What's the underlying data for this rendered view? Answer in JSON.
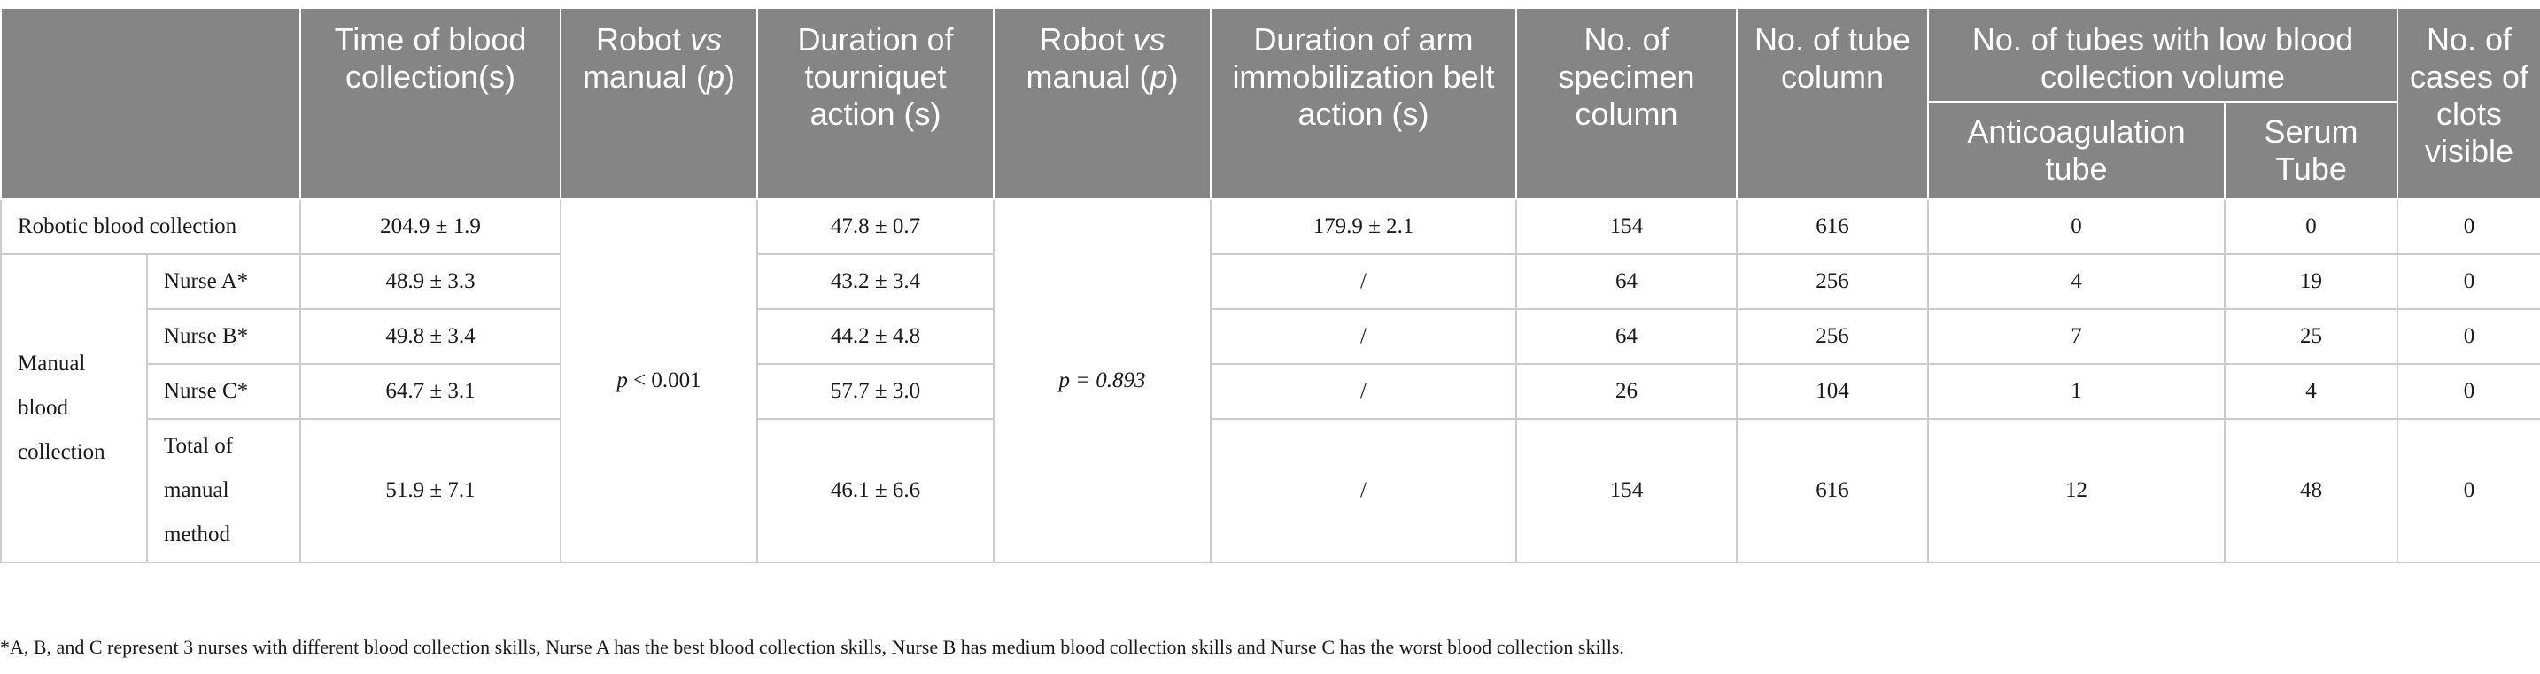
{
  "table": {
    "headers": {
      "h_time": "Time of blood collection(s)",
      "h_p1_pre": "Robot ",
      "h_p1_vs": "vs",
      "h_p1_mid": " manual (",
      "h_p1_p": "p",
      "h_p1_post": ")",
      "h_tourniquet": "Duration of tourniquet action (s)",
      "h_p2_pre": "Robot ",
      "h_p2_vs": "vs",
      "h_p2_mid": " manual (",
      "h_p2_p": "p",
      "h_p2_post": ")",
      "h_arm": "Duration of arm immobilization belt action (s)",
      "h_specimen": "No. of specimen column",
      "h_tube": "No. of tube column",
      "h_lowvol": "No. of tubes with low blood collection volume",
      "h_anticoag": "Anticoagulation tube",
      "h_serum": "Serum Tube",
      "h_clots": "No. of cases of clots visible"
    },
    "robotic": {
      "label": "Robotic blood collection",
      "time": "204.9 ± 1.9",
      "tourniquet": "47.8 ± 0.7",
      "arm": "179.9 ± 2.1",
      "specimen": "154",
      "tube": "616",
      "anticoag": "0",
      "serum": "0",
      "clots": "0"
    },
    "manual_group_label": "Manual blood collection",
    "p_value_1": {
      "p": "p",
      "rest": " < 0.001"
    },
    "p_value_2": {
      "p": "p",
      "rest": " = 0.893"
    },
    "manual_rows": [
      {
        "label": "Nurse A*",
        "time": "48.9 ± 3.3",
        "tourniquet": "43.2 ± 3.4",
        "arm": "/",
        "specimen": "64",
        "tube": "256",
        "anticoag": "4",
        "serum": "19",
        "clots": "0"
      },
      {
        "label": "Nurse B*",
        "time": "49.8 ± 3.4",
        "tourniquet": "44.2 ± 4.8",
        "arm": "/",
        "specimen": "64",
        "tube": "256",
        "anticoag": "7",
        "serum": "25",
        "clots": "0"
      },
      {
        "label": "Nurse C*",
        "time": "64.7 ± 3.1",
        "tourniquet": "57.7 ± 3.0",
        "arm": "/",
        "specimen": "26",
        "tube": "104",
        "anticoag": "1",
        "serum": "4",
        "clots": "0"
      },
      {
        "label": "Total of manual method",
        "time": "51.9 ± 7.1",
        "tourniquet": "46.1 ± 6.6",
        "arm": "/",
        "specimen": "154",
        "tube": "616",
        "anticoag": "12",
        "serum": "48",
        "clots": "0"
      }
    ]
  },
  "footnote": "*A, B, and C represent 3 nurses with different blood collection skills, Nurse A has the best blood collection skills, Nurse B has medium blood collection skills and Nurse C has the worst blood collection skills."
}
